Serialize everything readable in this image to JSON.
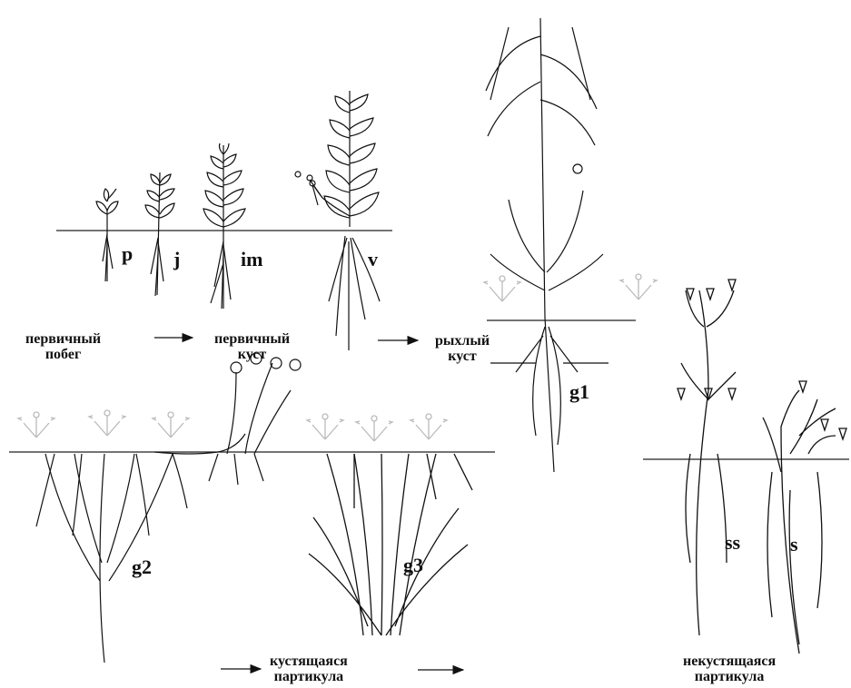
{
  "stages": {
    "p": "p",
    "j": "j",
    "im": "im",
    "v": "v",
    "g1": "g1",
    "g2": "g2",
    "g3": "g3",
    "ss": "ss",
    "s": "s"
  },
  "captions": {
    "primary_shoot": [
      "первичный",
      "побег"
    ],
    "primary_bush": [
      "первичный",
      "куст"
    ],
    "loose_bush": [
      "рыхлый",
      "куст"
    ],
    "tillering_particle": [
      "кустящаяся",
      "партикула"
    ],
    "non_tillering_particle": [
      "некустящаяся",
      "партикула"
    ]
  }
}
